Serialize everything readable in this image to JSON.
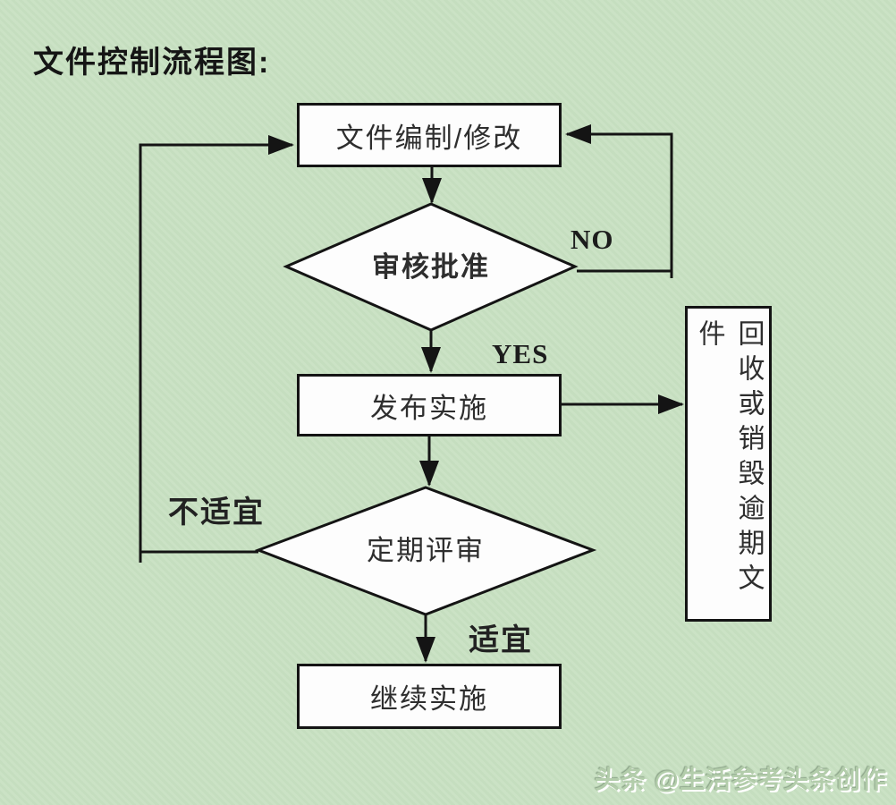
{
  "page": {
    "title": "文件控制流程图:",
    "background_color": "#c8e1c2",
    "line_color": "#141414",
    "node_fill": "#fdfdfd"
  },
  "flowchart": {
    "nodes": {
      "edit": {
        "label": "文件编制/修改",
        "type": "process"
      },
      "review": {
        "label": "审核批准",
        "type": "decision"
      },
      "release": {
        "label": "发布实施",
        "type": "process"
      },
      "recycle": {
        "label": "回收或销毁逾期文件",
        "type": "process",
        "orientation": "vertical"
      },
      "periodic_review": {
        "label": "定期评审",
        "type": "decision"
      },
      "continue": {
        "label": "继续实施",
        "type": "process"
      }
    },
    "edge_labels": {
      "no": "NO",
      "yes": "YES",
      "unsuitable": "不适宜",
      "suitable": "适宜"
    }
  },
  "watermark": {
    "text": "头条 @生活参考头条创作"
  }
}
